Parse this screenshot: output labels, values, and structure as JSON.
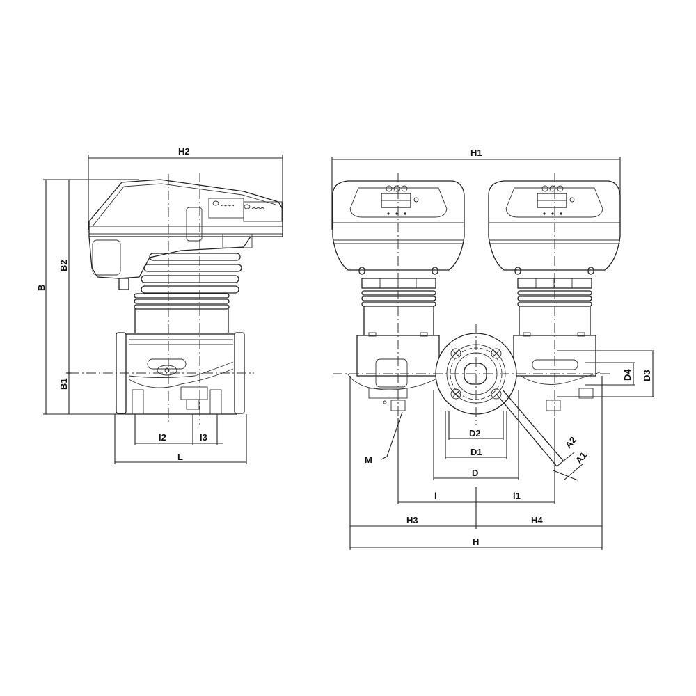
{
  "drawing": {
    "title": "Twin circulator pump dimensional drawing",
    "views": [
      "side-view",
      "front-view"
    ]
  },
  "side_view": {
    "labels": {
      "H2": "H2",
      "B": "B",
      "B2": "B2",
      "B1": "B1",
      "l2": "l2",
      "l3": "l3",
      "L": "L"
    }
  },
  "front_view": {
    "labels": {
      "H1": "H1",
      "D4": "D4",
      "D3": "D3",
      "D2": "D2",
      "D1": "D1",
      "D": "D",
      "A2": "A2",
      "A1": "A1",
      "M": "M",
      "l": "l",
      "l1": "l1",
      "H3": "H3",
      "H4": "H4",
      "H": "H"
    }
  },
  "colors": {
    "line": "#222222",
    "background": "#ffffff"
  }
}
